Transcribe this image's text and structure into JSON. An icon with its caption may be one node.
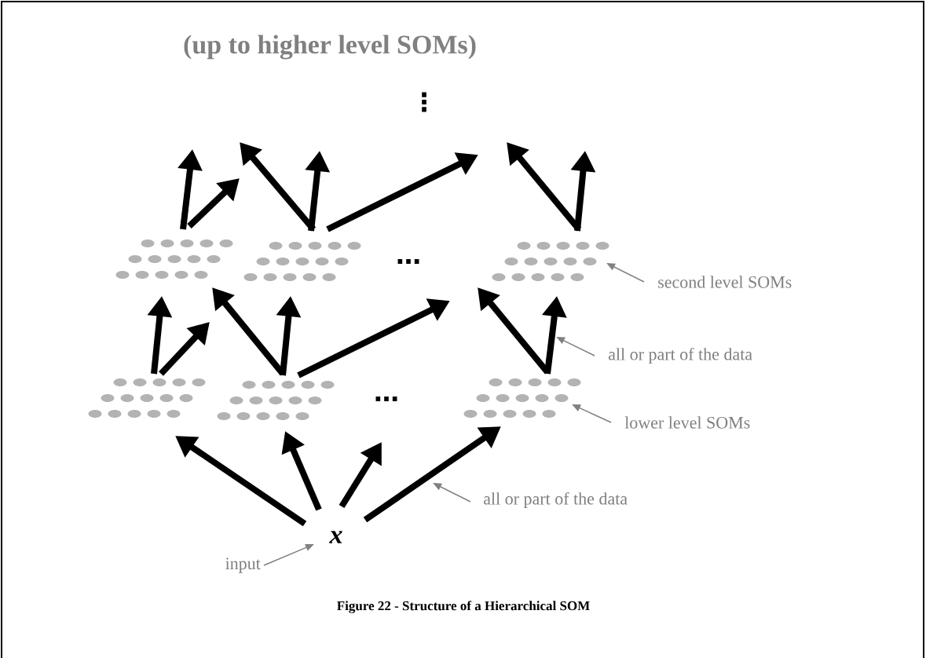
{
  "diagram": {
    "title": "(up to higher level SOMs)",
    "caption": "Figure 22 - Structure of a Hierarchical SOM",
    "nodes": [
      {
        "text": [],
        "shape": "grid"
      },
      {
        "text": [],
        "shape": "grid"
      },
      {
        "text": [],
        "shape": "grid"
      },
      {
        "text": [
          "second level SOMs"
        ]
      },
      {
        "text": [
          "all or part of the data"
        ]
      },
      {
        "text": [],
        "shape": "grid"
      },
      {
        "text": [],
        "shape": "grid"
      },
      {
        "text": [],
        "shape": "grid"
      },
      {
        "text": [
          "lower level SOMs"
        ]
      },
      {
        "text": [
          "all or part of the data"
        ]
      },
      {
        "text": [
          "x"
        ]
      },
      {
        "text": [
          "input"
        ]
      }
    ],
    "edges": [
      {
        "from": 0,
        "to": null,
        "arrow": "to"
      },
      {
        "from": 0,
        "to": null,
        "arrow": "to"
      },
      {
        "from": 1,
        "to": null,
        "arrow": "to"
      },
      {
        "from": 1,
        "to": null,
        "arrow": "to"
      },
      {
        "from": 1,
        "to": null,
        "arrow": "to"
      },
      {
        "from": 2,
        "to": null,
        "arrow": "to"
      },
      {
        "from": 2,
        "to": null,
        "arrow": "to"
      },
      {
        "from": 5,
        "to": 0,
        "arrow": "to"
      },
      {
        "from": 5,
        "to": null,
        "arrow": "to"
      },
      {
        "from": 6,
        "to": 0,
        "arrow": "to"
      },
      {
        "from": 6,
        "to": 1,
        "arrow": "to"
      },
      {
        "from": 6,
        "to": null,
        "arrow": "to"
      },
      {
        "from": 7,
        "to": 2,
        "arrow": "to"
      },
      {
        "from": 7,
        "to": 2,
        "arrow": "to"
      },
      {
        "from": 10,
        "to": 5,
        "arrow": "to"
      },
      {
        "from": 10,
        "to": 6,
        "arrow": "to"
      },
      {
        "from": 10,
        "to": null,
        "arrow": "to"
      },
      {
        "from": 10,
        "to": 7,
        "arrow": "to"
      },
      {
        "from": 3,
        "to": 2,
        "arrow": "to",
        "color": "#808080"
      },
      {
        "from": 4,
        "to": null,
        "arrow": "to",
        "color": "#808080"
      },
      {
        "from": 8,
        "to": 7,
        "arrow": "to",
        "color": "#808080"
      },
      {
        "from": 9,
        "to": null,
        "arrow": "to",
        "color": "#808080"
      },
      {
        "from": 11,
        "to": 10,
        "arrow": "to",
        "color": "#808080"
      }
    ],
    "labels": [
      "⋮",
      "…",
      "…"
    ]
  }
}
